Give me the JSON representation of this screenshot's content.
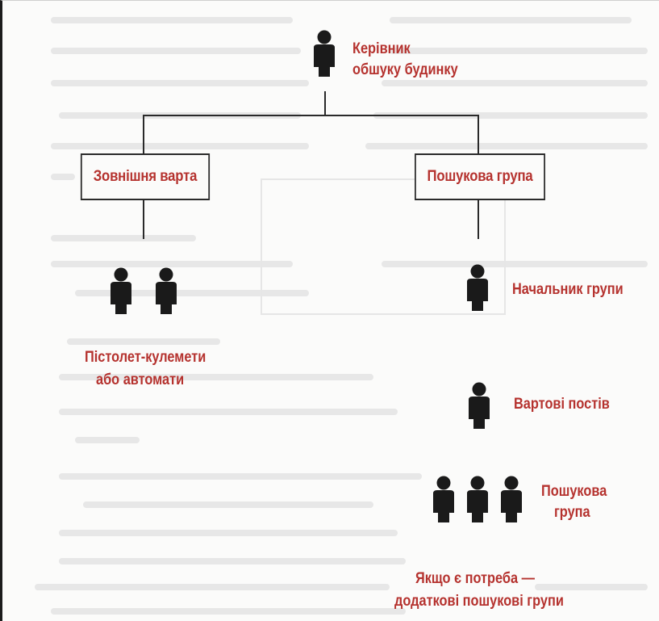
{
  "diagram": {
    "head": {
      "label_line1": "Керівник",
      "label_line2": "обшуку будинку"
    },
    "left_branch": {
      "box_label": "Зовнішня варта",
      "caption_line1": "Пістолет-кулемети",
      "caption_line2": "або автомати"
    },
    "right_branch": {
      "box_label": "Пошукова група",
      "group_leader": "Начальник групи",
      "post_guards": "Вартові постів",
      "search_group_line1": "Пошукова",
      "search_group_line2": "група",
      "extra_line1": "Якщо є потреба —",
      "extra_line2": "додаткові пошукові групи"
    },
    "colors": {
      "label": "#b5322e",
      "line": "#2a2a2a",
      "figure": "#1a1a1a"
    },
    "icon": "person-icon"
  }
}
